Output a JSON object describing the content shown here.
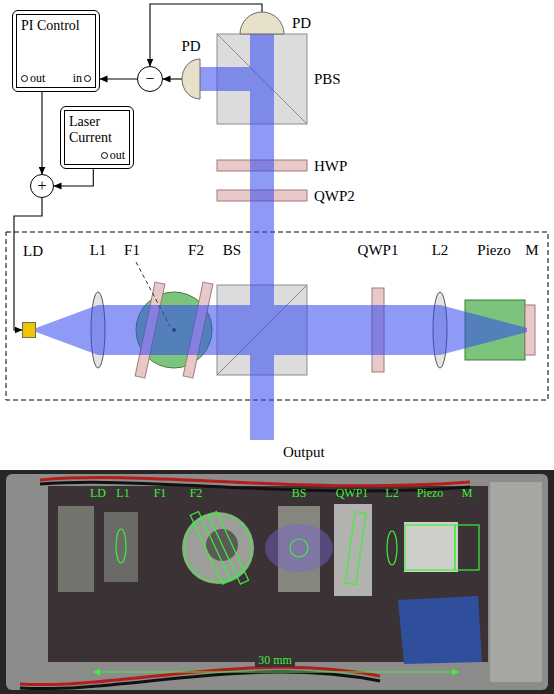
{
  "diagram": {
    "nodes": [
      {
        "text": [
          "PI Control",
          "out",
          "in"
        ]
      },
      {
        "text": [
          "PD"
        ]
      },
      {
        "text": [
          "−"
        ]
      },
      {
        "text": [
          "PD"
        ]
      },
      {
        "text": [
          "Laser Current",
          "out"
        ]
      },
      {
        "text": [
          "+"
        ]
      },
      {
        "text": [
          "LD"
        ]
      }
    ],
    "edges": [
      {
        "from": 1,
        "to": 2,
        "arrow": "to"
      },
      {
        "from": 3,
        "to": 2,
        "arrow": "to"
      },
      {
        "from": 2,
        "to": 0,
        "arrow": "to"
      },
      {
        "from": 0,
        "to": 5,
        "arrow": "to"
      },
      {
        "from": 4,
        "to": 5,
        "arrow": "to"
      },
      {
        "from": 5,
        "to": 6,
        "arrow": "to"
      }
    ],
    "labels": [
      "PBS",
      "HWP",
      "QWP2",
      "L1",
      "F1",
      "F2",
      "BS",
      "QWP1",
      "L2",
      "Piezo",
      "M",
      "Output",
      "LD",
      "L1",
      "F1",
      "F2",
      "BS",
      "QWP1",
      "L2",
      "Piezo",
      "M",
      "30 mm"
    ]
  }
}
